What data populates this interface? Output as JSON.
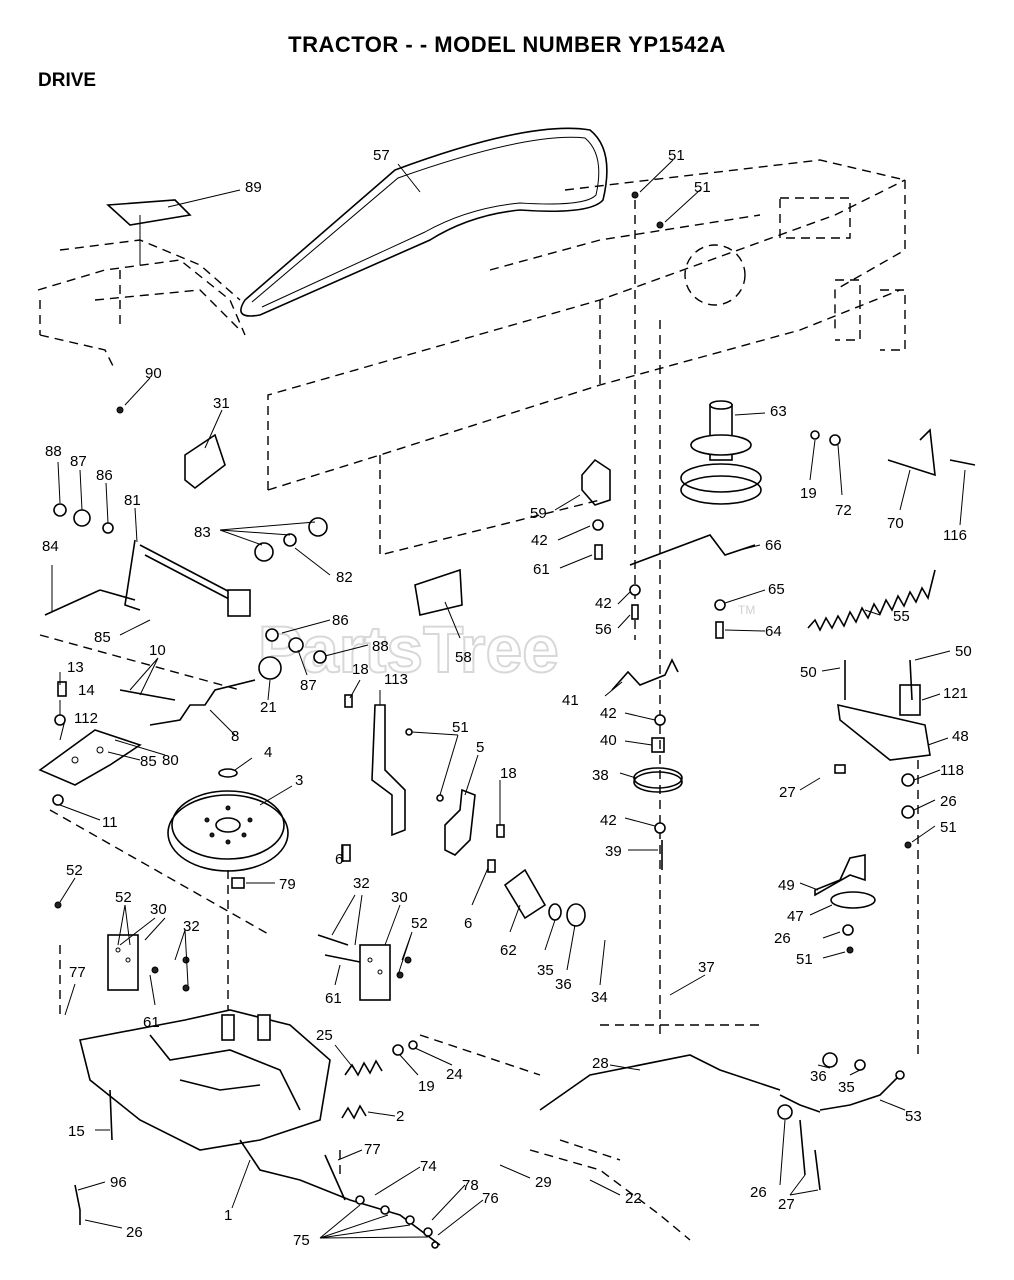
{
  "header": {
    "title": "TRACTOR - - MODEL NUMBER YP1542A",
    "section": "DRIVE"
  },
  "watermark": {
    "text": "PartsTree",
    "trademark": "TM"
  },
  "parts": [
    {
      "id": "p57",
      "text": "57"
    },
    {
      "id": "p51a",
      "text": "51"
    },
    {
      "id": "p51b",
      "text": "51"
    },
    {
      "id": "p89",
      "text": "89"
    },
    {
      "id": "p90",
      "text": "90"
    },
    {
      "id": "p31",
      "text": "31"
    },
    {
      "id": "p63",
      "text": "63"
    },
    {
      "id": "p19a",
      "text": "19"
    },
    {
      "id": "p72",
      "text": "72"
    },
    {
      "id": "p70",
      "text": "70"
    },
    {
      "id": "p116",
      "text": "116"
    },
    {
      "id": "p88a",
      "text": "88"
    },
    {
      "id": "p87a",
      "text": "87"
    },
    {
      "id": "p86a",
      "text": "86"
    },
    {
      "id": "p81",
      "text": "81"
    },
    {
      "id": "p83",
      "text": "83"
    },
    {
      "id": "p82",
      "text": "82"
    },
    {
      "id": "p59",
      "text": "59"
    },
    {
      "id": "p42a",
      "text": "42"
    },
    {
      "id": "p61a",
      "text": "61"
    },
    {
      "id": "p66",
      "text": "66"
    },
    {
      "id": "p84",
      "text": "84"
    },
    {
      "id": "p85a",
      "text": "85"
    },
    {
      "id": "p86b",
      "text": "86"
    },
    {
      "id": "p88b",
      "text": "88"
    },
    {
      "id": "p87b",
      "text": "87"
    },
    {
      "id": "p58",
      "text": "58"
    },
    {
      "id": "p42b",
      "text": "42"
    },
    {
      "id": "p56",
      "text": "56"
    },
    {
      "id": "p65",
      "text": "65"
    },
    {
      "id": "p64",
      "text": "64"
    },
    {
      "id": "p55",
      "text": "55"
    },
    {
      "id": "p10",
      "text": "10"
    },
    {
      "id": "p13",
      "text": "13"
    },
    {
      "id": "p14",
      "text": "14"
    },
    {
      "id": "p112",
      "text": "112"
    },
    {
      "id": "p80",
      "text": "80"
    },
    {
      "id": "p85b",
      "text": "85"
    },
    {
      "id": "p11",
      "text": "11"
    },
    {
      "id": "p21",
      "text": "21"
    },
    {
      "id": "p8",
      "text": "8"
    },
    {
      "id": "p18a",
      "text": "18"
    },
    {
      "id": "p113",
      "text": "113"
    },
    {
      "id": "p41",
      "text": "41"
    },
    {
      "id": "p42c",
      "text": "42"
    },
    {
      "id": "p40",
      "text": "40"
    },
    {
      "id": "p50a",
      "text": "50"
    },
    {
      "id": "p50b",
      "text": "50"
    },
    {
      "id": "p121",
      "text": "121"
    },
    {
      "id": "p48",
      "text": "48"
    },
    {
      "id": "p4",
      "text": "4"
    },
    {
      "id": "p3",
      "text": "3"
    },
    {
      "id": "p51c",
      "text": "51"
    },
    {
      "id": "p5",
      "text": "5"
    },
    {
      "id": "p18b",
      "text": "18"
    },
    {
      "id": "p38",
      "text": "38"
    },
    {
      "id": "p27a",
      "text": "27"
    },
    {
      "id": "p118",
      "text": "118"
    },
    {
      "id": "p26a",
      "text": "26"
    },
    {
      "id": "p51d",
      "text": "51"
    },
    {
      "id": "p6a",
      "text": "6"
    },
    {
      "id": "p42d",
      "text": "42"
    },
    {
      "id": "p39",
      "text": "39"
    },
    {
      "id": "p52a",
      "text": "52"
    },
    {
      "id": "p79",
      "text": "79"
    },
    {
      "id": "p49",
      "text": "49"
    },
    {
      "id": "p47",
      "text": "47"
    },
    {
      "id": "p52b",
      "text": "52"
    },
    {
      "id": "p30a",
      "text": "30"
    },
    {
      "id": "p32a",
      "text": "32"
    },
    {
      "id": "p32b",
      "text": "32"
    },
    {
      "id": "p30b",
      "text": "30"
    },
    {
      "id": "p52c",
      "text": "52"
    },
    {
      "id": "p6b",
      "text": "6"
    },
    {
      "id": "p62",
      "text": "62"
    },
    {
      "id": "p26b",
      "text": "26"
    },
    {
      "id": "p51e",
      "text": "51"
    },
    {
      "id": "p77a",
      "text": "77"
    },
    {
      "id": "p61b",
      "text": "61"
    },
    {
      "id": "p61c",
      "text": "61"
    },
    {
      "id": "p35a",
      "text": "35"
    },
    {
      "id": "p36a",
      "text": "36"
    },
    {
      "id": "p34",
      "text": "34"
    },
    {
      "id": "p37",
      "text": "37"
    },
    {
      "id": "p25",
      "text": "25"
    },
    {
      "id": "p28",
      "text": "28"
    },
    {
      "id": "p24",
      "text": "24"
    },
    {
      "id": "p19b",
      "text": "19"
    },
    {
      "id": "p36b",
      "text": "36"
    },
    {
      "id": "p35b",
      "text": "35"
    },
    {
      "id": "p15",
      "text": "15"
    },
    {
      "id": "p2",
      "text": "2"
    },
    {
      "id": "p53",
      "text": "53"
    },
    {
      "id": "p77b",
      "text": "77"
    },
    {
      "id": "p96",
      "text": "96"
    },
    {
      "id": "p74",
      "text": "74"
    },
    {
      "id": "p29",
      "text": "29"
    },
    {
      "id": "p78",
      "text": "78"
    },
    {
      "id": "p76",
      "text": "76"
    },
    {
      "id": "p22",
      "text": "22"
    },
    {
      "id": "p26c",
      "text": "26"
    },
    {
      "id": "p27b",
      "text": "27"
    },
    {
      "id": "p1",
      "text": "1"
    },
    {
      "id": "p26d",
      "text": "26"
    },
    {
      "id": "p75",
      "text": "75"
    }
  ]
}
